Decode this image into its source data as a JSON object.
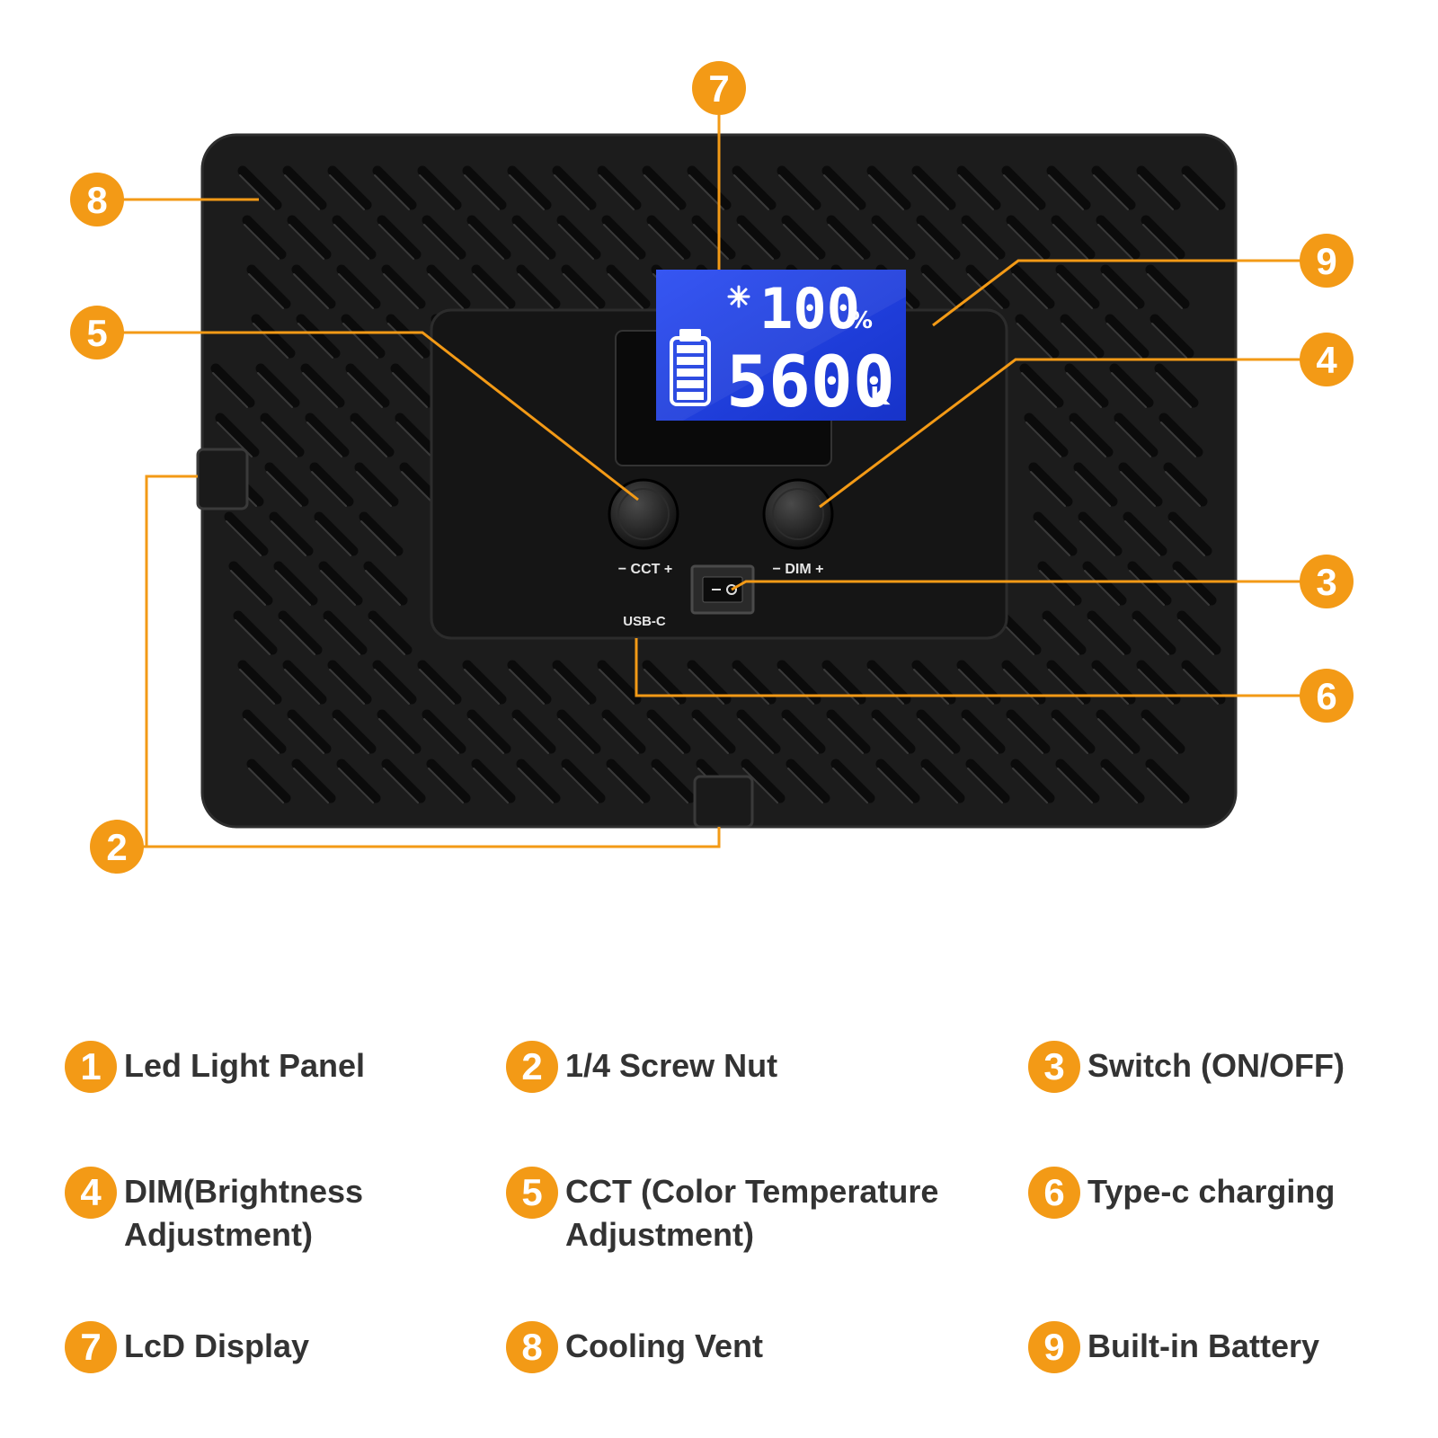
{
  "colors": {
    "accent": "#f39a16",
    "panel": "#1e1e1e",
    "lcd": "#1f3fe0",
    "legend_text": "#333333"
  },
  "lcd": {
    "brightness_value": "100",
    "brightness_unit": "%",
    "cct_value": "5600",
    "cct_unit": "K",
    "sun_icon": "sun-icon",
    "battery_icon": "battery-icon"
  },
  "panel_labels": {
    "cct": "− CCT +",
    "dim": "− DIM +",
    "usb": "USB-C"
  },
  "callouts": [
    "7",
    "8",
    "9",
    "5",
    "4",
    "3",
    "6",
    "2"
  ],
  "legend": [
    {
      "num": "1",
      "lines": [
        "Led Light Panel"
      ]
    },
    {
      "num": "2",
      "lines": [
        "1/4 Screw Nut"
      ]
    },
    {
      "num": "3",
      "lines": [
        "Switch (ON/OFF)"
      ]
    },
    {
      "num": "4",
      "lines": [
        "DIM(Brightness",
        "Adjustment)"
      ]
    },
    {
      "num": "5",
      "lines": [
        "CCT (Color Temperature",
        "Adjustment)"
      ]
    },
    {
      "num": "6",
      "lines": [
        "Type-c charging"
      ]
    },
    {
      "num": "7",
      "lines": [
        "LcD Display"
      ]
    },
    {
      "num": "8",
      "lines": [
        "Cooling Vent"
      ]
    },
    {
      "num": "9",
      "lines": [
        "Built-in Battery"
      ]
    }
  ]
}
